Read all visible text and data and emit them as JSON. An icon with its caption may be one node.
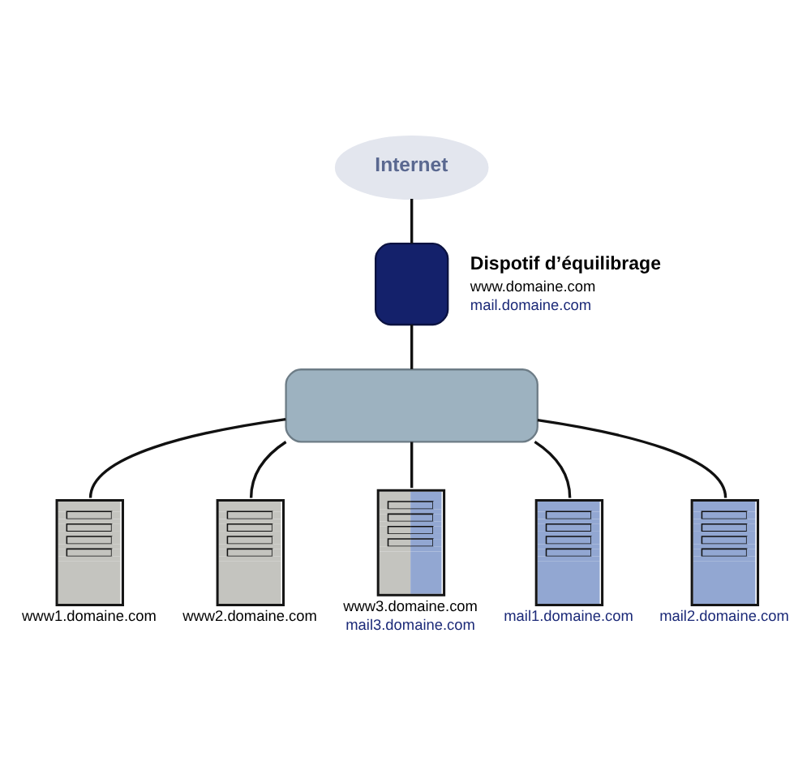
{
  "diagram": {
    "nodes": [
      {
        "text": [
          "Internet"
        ]
      },
      {
        "text": [],
        "shape": "box",
        "beside": [
          "Dispotif d’équilibrage",
          "www.domaine.com",
          "mail.domaine.com"
        ]
      },
      {
        "text": [],
        "shape": "box"
      },
      {
        "text": [],
        "shape": "picture",
        "beside": [
          "www1.domaine.com"
        ]
      },
      {
        "text": [],
        "shape": "picture",
        "beside": [
          "www2.domaine.com"
        ]
      },
      {
        "text": [],
        "shape": "picture",
        "beside": [
          "www3.domaine.com",
          "mail3.domaine.com"
        ]
      },
      {
        "text": [],
        "shape": "picture",
        "beside": [
          "mail1.domaine.com"
        ]
      },
      {
        "text": [],
        "shape": "picture",
        "beside": [
          "mail2.domaine.com"
        ]
      }
    ],
    "edges": [
      {
        "from": 0,
        "to": 1,
        "arrow": "none"
      },
      {
        "from": 1,
        "to": 2,
        "arrow": "none"
      },
      {
        "from": 2,
        "to": 3,
        "arrow": "none"
      },
      {
        "from": 2,
        "to": 4,
        "arrow": "none"
      },
      {
        "from": 2,
        "to": 5,
        "arrow": "none"
      },
      {
        "from": 2,
        "to": 6,
        "arrow": "none"
      },
      {
        "from": 2,
        "to": 7,
        "arrow": "none"
      }
    ]
  }
}
